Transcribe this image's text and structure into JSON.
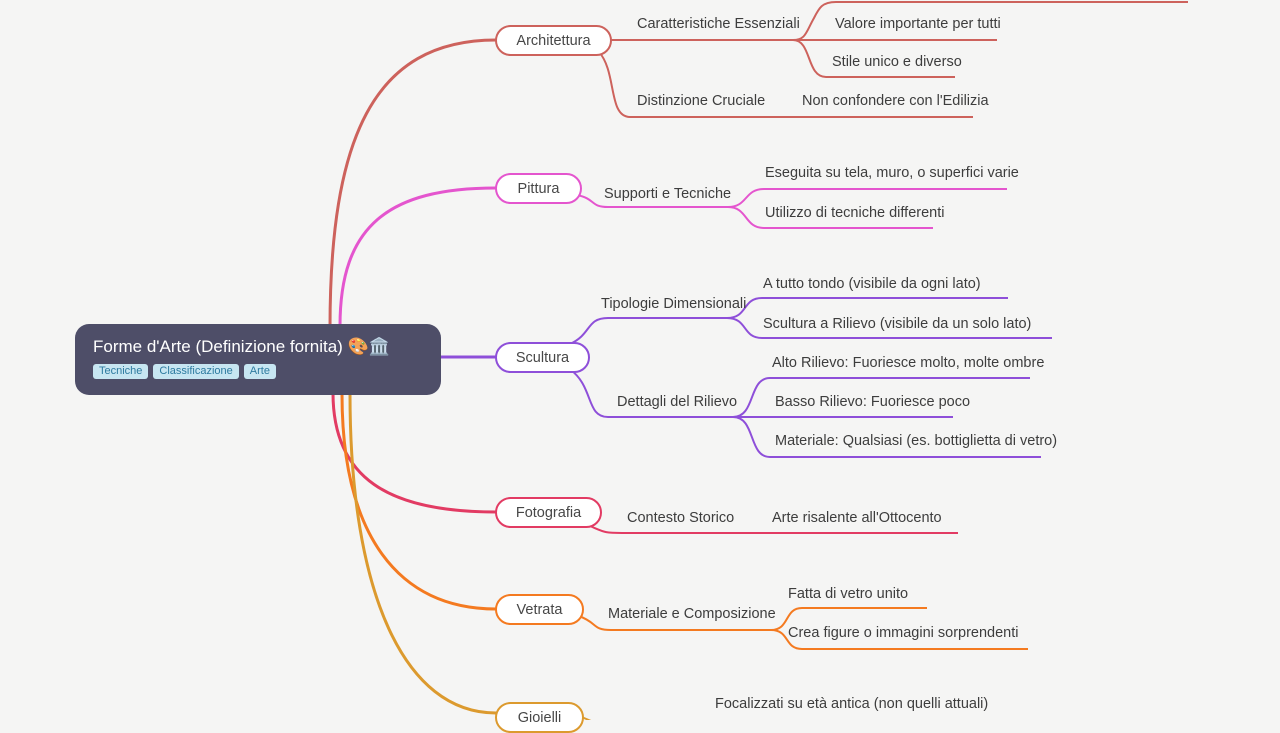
{
  "root": {
    "title": "Forme d'Arte (Definizione fornita) 🎨🏛️",
    "tags": [
      "Tecniche",
      "Classificazione",
      "Arte"
    ]
  },
  "colors": {
    "background": "#f5f5f4",
    "root_background": "#4e4e68",
    "root_text": "#ffffff",
    "tag_background": "#c7e6f2",
    "tag_text": "#2e7ba0",
    "label_text": "#3d3d3d",
    "architettura": "#cd625c",
    "pittura": "#e455ce",
    "scultura": "#8e4fd9",
    "fotografia": "#e23b63",
    "vetrata": "#f47a20",
    "gioielli": "#dc9a2e"
  },
  "branches": {
    "architettura": {
      "label": "Architettura",
      "children": {
        "caratteristiche": {
          "label": "Caratteristiche Essenziali",
          "children": {
            "valore": "Valore importante per tutti",
            "stile": "Stile unico e diverso"
          }
        },
        "distinzione": {
          "label": "Distinzione Cruciale",
          "children": {
            "edilizia": "Non confondere con l'Edilizia"
          }
        }
      }
    },
    "pittura": {
      "label": "Pittura",
      "children": {
        "supporti": {
          "label": "Supporti e Tecniche",
          "children": {
            "eseguita": "Eseguita su tela, muro, o superfici varie",
            "utilizzo": "Utilizzo di tecniche differenti"
          }
        }
      }
    },
    "scultura": {
      "label": "Scultura",
      "children": {
        "tipologie": {
          "label": "Tipologie Dimensionali",
          "children": {
            "tondo": "A tutto tondo (visibile da ogni lato)",
            "rilievo": "Scultura a Rilievo (visibile da un solo lato)"
          }
        },
        "dettagli": {
          "label": "Dettagli del Rilievo",
          "children": {
            "alto": "Alto Rilievo: Fuoriesce molto, molte ombre",
            "basso": "Basso Rilievo: Fuoriesce poco",
            "materiale": "Materiale: Qualsiasi (es. bottiglietta di vetro)"
          }
        }
      }
    },
    "fotografia": {
      "label": "Fotografia",
      "children": {
        "contesto": {
          "label": "Contesto Storico",
          "children": {
            "ottocento": "Arte risalente all'Ottocento"
          }
        }
      }
    },
    "vetrata": {
      "label": "Vetrata",
      "children": {
        "materiale": {
          "label": "Materiale e Composizione",
          "children": {
            "vetro": "Fatta di vetro unito",
            "figure": "Crea figure o immagini sorprendenti"
          }
        }
      }
    },
    "gioielli": {
      "label": "Gioielli",
      "children": {
        "focalizzati": "Focalizzati su età antica (non quelli attuali)"
      }
    }
  }
}
